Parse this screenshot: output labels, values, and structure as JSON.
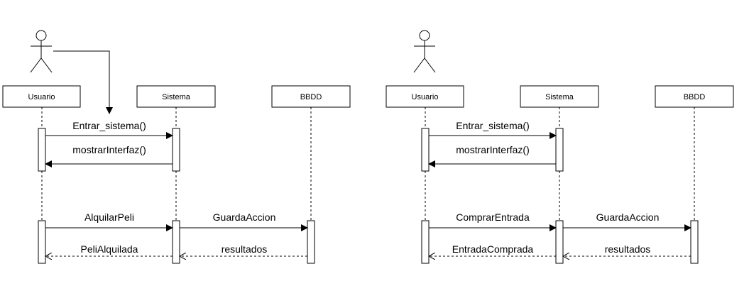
{
  "colors": {
    "stroke": "#000000",
    "background": "#ffffff"
  },
  "diagrams": [
    {
      "participants": [
        "Usuario",
        "Sistema",
        "BBDD"
      ],
      "messages": [
        {
          "label": "Entrar_sistema()",
          "from": "Usuario",
          "to": "Sistema",
          "style": "solid"
        },
        {
          "label": "mostrarInterfaz()",
          "from": "Sistema",
          "to": "Usuario",
          "style": "solid"
        },
        {
          "label": "AlquilarPeli",
          "from": "Usuario",
          "to": "Sistema",
          "style": "solid"
        },
        {
          "label": "GuardaAccion",
          "from": "Sistema",
          "to": "BBDD",
          "style": "solid"
        },
        {
          "label": "PeliAlquilada",
          "from": "Sistema",
          "to": "Usuario",
          "style": "dashed"
        },
        {
          "label": "resultados",
          "from": "BBDD",
          "to": "Sistema",
          "style": "dashed"
        }
      ]
    },
    {
      "participants": [
        "Usuario",
        "Sistema",
        "BBDD"
      ],
      "messages": [
        {
          "label": "Entrar_sistema()",
          "from": "Usuario",
          "to": "Sistema",
          "style": "solid"
        },
        {
          "label": "mostrarInterfaz()",
          "from": "Sistema",
          "to": "Usuario",
          "style": "solid"
        },
        {
          "label": "ComprarEntrada",
          "from": "Usuario",
          "to": "Sistema",
          "style": "solid"
        },
        {
          "label": "GuardaAccion",
          "from": "Sistema",
          "to": "BBDD",
          "style": "solid"
        },
        {
          "label": "EntradaComprada",
          "from": "Sistema",
          "to": "Usuario",
          "style": "dashed"
        },
        {
          "label": "resultados",
          "from": "BBDD",
          "to": "Sistema",
          "style": "dashed"
        }
      ]
    }
  ]
}
